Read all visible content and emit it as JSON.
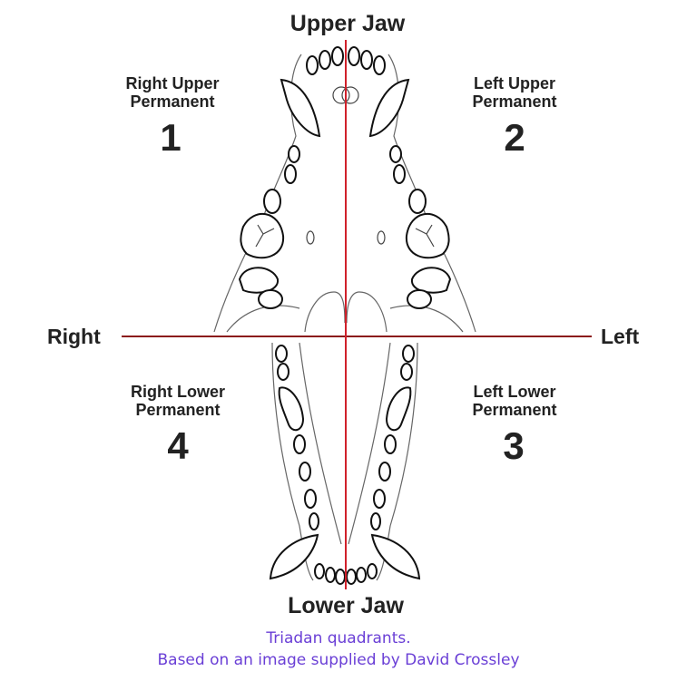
{
  "labels": {
    "upper_jaw": "Upper Jaw",
    "lower_jaw": "Lower Jaw",
    "right": "Right",
    "left": "Left"
  },
  "quadrants": [
    {
      "line1": "Right Upper",
      "line2": "Permanent",
      "number": "1"
    },
    {
      "line1": "Left Upper",
      "line2": "Permanent",
      "number": "2"
    },
    {
      "line1": "Left Lower",
      "line2": "Permanent",
      "number": "3"
    },
    {
      "line1": "Right Lower",
      "line2": "Permanent",
      "number": "4"
    }
  ],
  "caption": {
    "line1": "Triadan quadrants.",
    "line2": "Based on an image supplied by David Crossley"
  },
  "colors": {
    "axis_line": "#8b1a1a",
    "vertical_line": "#d0212b",
    "caption": "#6a3fd6",
    "outline": "#555555"
  }
}
